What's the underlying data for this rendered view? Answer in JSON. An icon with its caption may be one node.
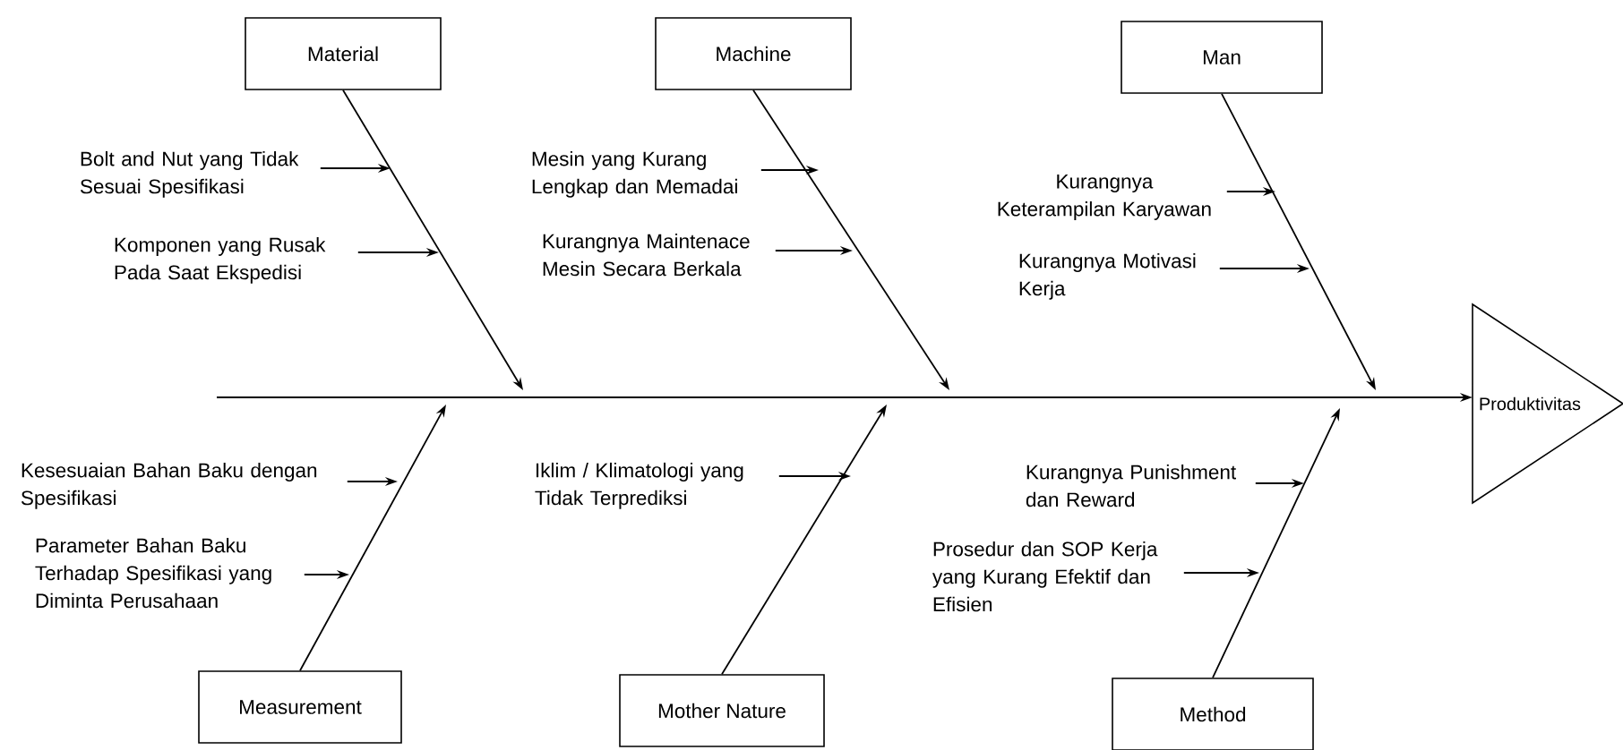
{
  "diagram": {
    "nodes": [
      {
        "text": [
          "Material"
        ]
      },
      {
        "text": [
          "Machine"
        ]
      },
      {
        "text": [
          "Man"
        ]
      },
      {
        "text": [
          "Bolt and Nut yang Tidak Sesuai Spesifikasi"
        ]
      },
      {
        "text": [
          "Komponen yang Rusak Pada Saat Ekspedisi"
        ]
      },
      {
        "text": [
          "Mesin yang Kurang Lengkap dan Memadai"
        ]
      },
      {
        "text": [
          "Kurangnya Maintenace Mesin Secara Berkala"
        ]
      },
      {
        "text": [
          "Kurangnya Keterampilan Karyawan"
        ]
      },
      {
        "text": [
          "Kurangnya Motivasi Kerja"
        ]
      },
      {
        "text": [
          "Produktivitas"
        ]
      },
      {
        "text": [
          "Kesesuaian Bahan Baku dengan Spesifikasi"
        ]
      },
      {
        "text": [
          "Parameter Bahan Baku Terhadap Spesifikasi yang Diminta Perusahaan"
        ]
      },
      {
        "text": [
          "Iklim / Klimatologi yang Tidak Terprediksi"
        ]
      },
      {
        "text": [
          "Kurangnya Punishment dan Reward"
        ]
      },
      {
        "text": [
          "Prosedur dan SOP Kerja yang Kurang Efektif dan Efisien"
        ]
      },
      {
        "text": [
          "Measurement"
        ]
      },
      {
        "text": [
          "Mother Nature"
        ]
      },
      {
        "text": [
          "Method"
        ]
      }
    ],
    "edges": [
      {
        "from": null,
        "to": 9,
        "arrow": "to"
      },
      {
        "from": 0,
        "to": null,
        "arrow": "to"
      },
      {
        "from": 1,
        "to": null,
        "arrow": "to"
      },
      {
        "from": 2,
        "to": null,
        "arrow": "to"
      },
      {
        "from": 15,
        "to": null,
        "arrow": "to"
      },
      {
        "from": 16,
        "to": null,
        "arrow": "to"
      },
      {
        "from": 17,
        "to": null,
        "arrow": "to"
      },
      {
        "from": 3,
        "to": null,
        "arrow": "to"
      },
      {
        "from": 4,
        "to": null,
        "arrow": "to"
      },
      {
        "from": 5,
        "to": null,
        "arrow": "to"
      },
      {
        "from": 6,
        "to": null,
        "arrow": "to"
      },
      {
        "from": 7,
        "to": null,
        "arrow": "to"
      },
      {
        "from": 8,
        "to": null,
        "arrow": "to"
      },
      {
        "from": 10,
        "to": null,
        "arrow": "to"
      },
      {
        "from": 11,
        "to": null,
        "arrow": "to"
      },
      {
        "from": 12,
        "to": null,
        "arrow": "to"
      },
      {
        "from": 13,
        "to": null,
        "arrow": "to"
      },
      {
        "from": 14,
        "to": null,
        "arrow": "to"
      }
    ]
  }
}
